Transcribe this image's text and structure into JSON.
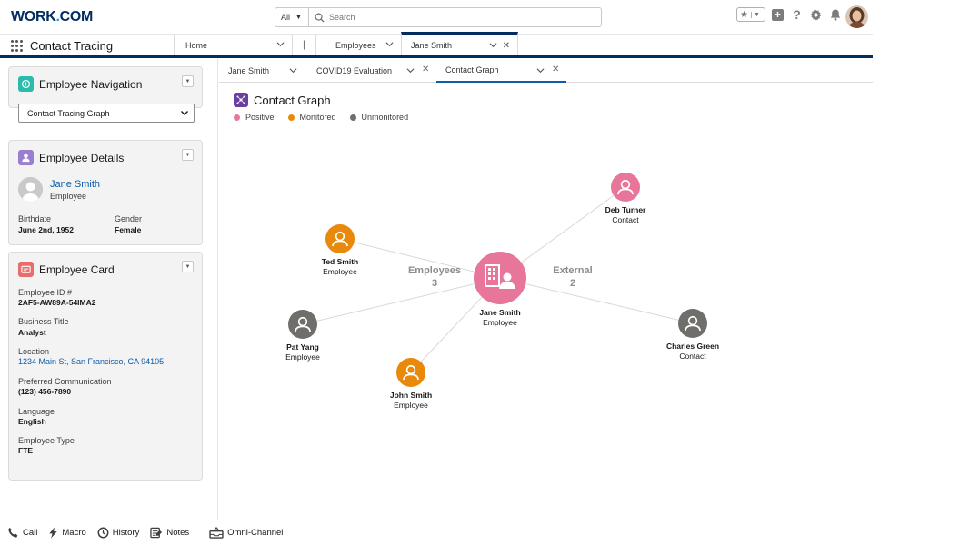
{
  "header": {
    "logo_main": "WORK",
    "logo_dot": ".",
    "logo_com": "COM",
    "search_scope": "All",
    "search_placeholder": "Search"
  },
  "navbar": {
    "app_name": "Contact Tracing",
    "tabs": [
      {
        "label": "Home"
      },
      {
        "label": "Employees"
      },
      {
        "label": "Jane Smith"
      }
    ]
  },
  "sidebar": {
    "navigation": {
      "title": "Employee Navigation",
      "selected": "Contact Tracing Graph"
    },
    "details": {
      "title": "Employee Details",
      "name": "Jane Smith",
      "role": "Employee",
      "birthdate_label": "Birthdate",
      "birthdate": "June 2nd, 1952",
      "gender_label": "Gender",
      "gender": "Female"
    },
    "card": {
      "title": "Employee Card",
      "fields": [
        {
          "label": "Employee ID #",
          "value": "2AF5-AW89A-54IMA2"
        },
        {
          "label": "Business Title",
          "value": "Analyst"
        },
        {
          "label": "Location",
          "value": "1234 Main St, San Francisco, CA 94105"
        },
        {
          "label": "Preferred Communication",
          "value": "(123) 456-7890"
        },
        {
          "label": "Language",
          "value": "English"
        },
        {
          "label": "Employee Type",
          "value": "FTE"
        }
      ]
    }
  },
  "subtabs": [
    {
      "label": "Jane Smith"
    },
    {
      "label": "COVID19 Evaluation"
    },
    {
      "label": "Contact Graph"
    }
  ],
  "graph": {
    "title": "Contact Graph",
    "legend": [
      {
        "label": "Positive",
        "color": "#e8759a"
      },
      {
        "label": "Monitored",
        "color": "#e8890c"
      },
      {
        "label": "Unmonitored",
        "color": "#706e6b"
      }
    ],
    "groups": [
      {
        "label": "Employees",
        "count": "3"
      },
      {
        "label": "External",
        "count": "2"
      }
    ],
    "center": {
      "name": "Jane Smith",
      "role": "Employee",
      "status": "Positive"
    },
    "nodes": [
      {
        "name": "Deb Turner",
        "role": "Contact",
        "status": "Positive"
      },
      {
        "name": "Ted Smith",
        "role": "Employee",
        "status": "Monitored"
      },
      {
        "name": "Pat Yang",
        "role": "Employee",
        "status": "Unmonitored"
      },
      {
        "name": "John Smith",
        "role": "Employee",
        "status": "Monitored"
      },
      {
        "name": "Charles Green",
        "role": "Contact",
        "status": "Unmonitored"
      }
    ]
  },
  "footer": {
    "items": [
      {
        "label": "Call"
      },
      {
        "label": "Macro"
      },
      {
        "label": "History"
      },
      {
        "label": "Notes"
      },
      {
        "label": "Omni-Channel"
      }
    ]
  },
  "colors": {
    "brand_navy": "#032d60",
    "link": "#0b5cab",
    "positive": "#e8759a",
    "monitored": "#e8890c",
    "unmonitored": "#706e6b"
  }
}
